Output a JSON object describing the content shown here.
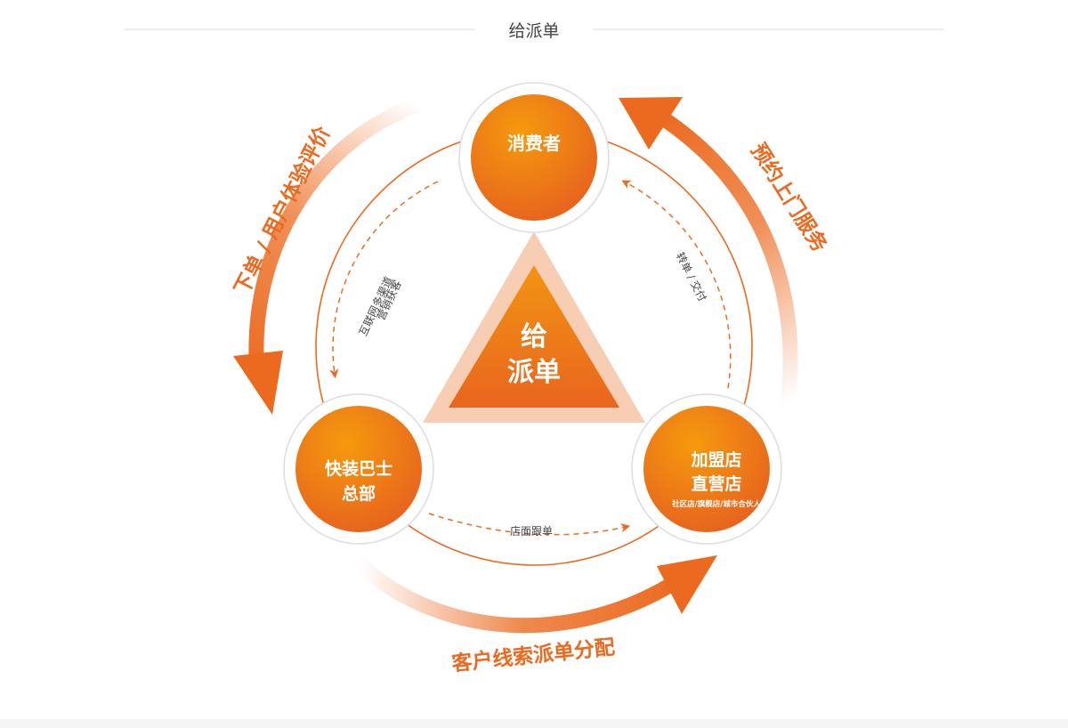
{
  "header": {
    "title": "给派单"
  },
  "center": {
    "line1": "给",
    "line2": "派单"
  },
  "nodes": {
    "consumer": {
      "label": "消费者"
    },
    "hq": {
      "line1": "快装巴士",
      "line2": "总部"
    },
    "store": {
      "line1": "加盟店",
      "line2": "直营店",
      "sub": "社区店/旗舰店/城市合伙人"
    }
  },
  "inner_labels": {
    "left_line1": "互联网多渠道",
    "left_line2": "营销获客",
    "right": "转单 / 交付",
    "bottom": "店面跟单"
  },
  "outer_labels": {
    "left": "下单 / 用户体验评价",
    "right": "预约上门服务",
    "bottom": "客户线索派单分配"
  },
  "colors": {
    "orange": "#eb6a1f",
    "orange_light": "#f2920f",
    "peach": "#f7cdb3",
    "line_gray": "#dddddd",
    "text_gray": "#444444"
  }
}
